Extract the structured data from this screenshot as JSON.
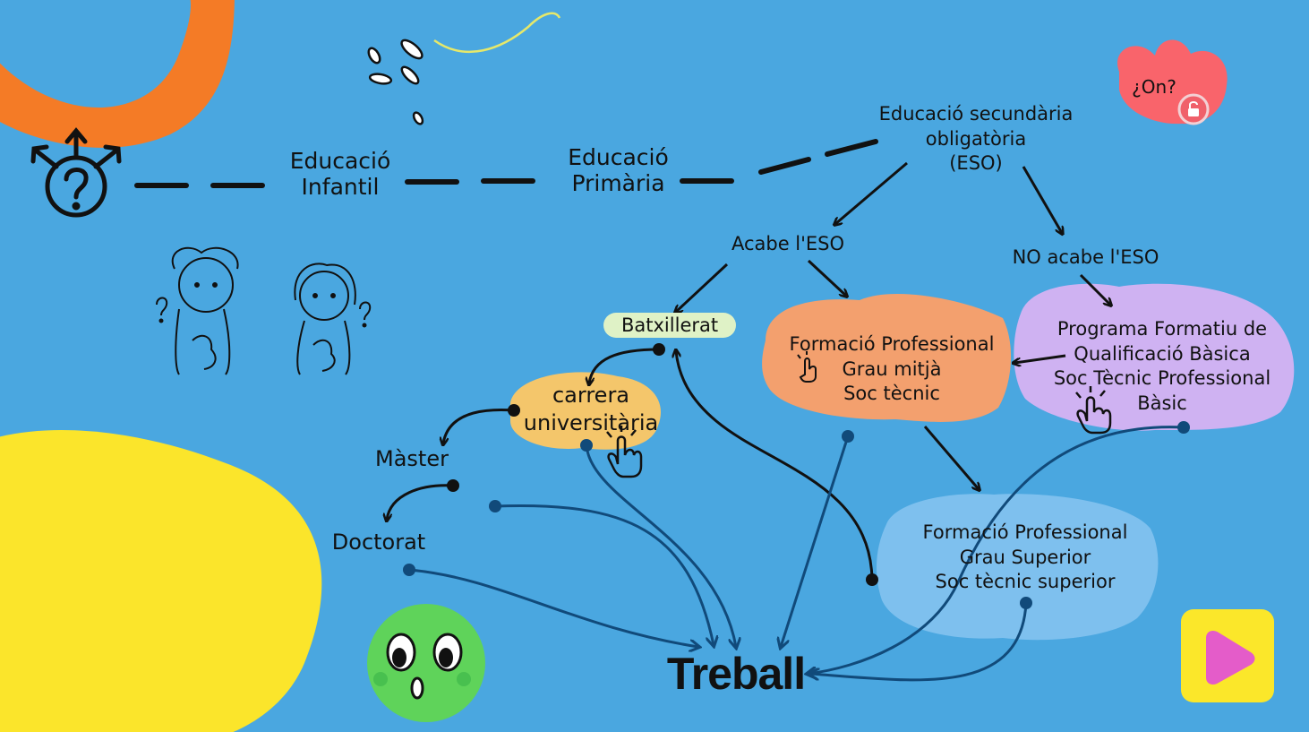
{
  "stages": {
    "infantil": [
      "Educació",
      "Infantil"
    ],
    "primaria": [
      "Educació",
      "Primària"
    ],
    "eso": [
      "Educació secundària",
      "obligatòria",
      "(ESO)"
    ]
  },
  "branches": {
    "acabe": "Acabe l'ESO",
    "no_acabe": "NO acabe l'ESO"
  },
  "nodes": {
    "batxillerat": "Batxillerat",
    "carrera": [
      "carrera",
      "universitària"
    ],
    "master": "Màster",
    "doctorat": "Doctorat",
    "fp_mitja": [
      "Formació Professional",
      "Grau mitjà",
      "Soc tècnic"
    ],
    "pfqb": [
      "Programa Formatiu de",
      "Qualificació Bàsica",
      "Soc Tècnic Professional",
      "Bàsic"
    ],
    "fp_superior": [
      "Formació Professional",
      "Grau Superior",
      "Soc tècnic superior"
    ],
    "treball": "Treball"
  },
  "on_label": "¿On?",
  "icons": {
    "crossroads": "crossroads-question-icon",
    "boy": "thinking-boy-icon",
    "girl": "thinking-girl-icon",
    "hand": "pointing-hand-icon",
    "lock": "lock-icon",
    "play": "play-icon",
    "face": "surprised-face-icon"
  },
  "colors": {
    "background": "#4aa7e0",
    "fp_mitja": "#f3a06e",
    "pfqb": "#cfb2f2",
    "fp_superior": "#7ec0ee",
    "carrera": "#f4c66b",
    "batxillerat": "#dff2c6",
    "arrow_dark": "#111111",
    "arrow_navy": "#114a7a",
    "play": "#fbe72a"
  }
}
